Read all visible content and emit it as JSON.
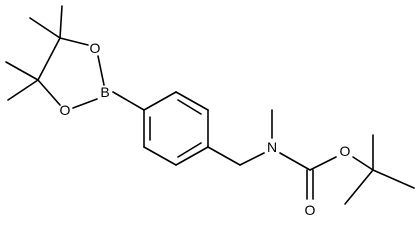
{
  "structure": {
    "atoms": {
      "boron": "B",
      "oxygen_ring_top": "O",
      "oxygen_ring_bottom": "O",
      "nitrogen": "N",
      "oxygen_ester": "O",
      "oxygen_carbonyl": "O"
    },
    "colors": {
      "bond": "#000000",
      "background": "#ffffff"
    }
  }
}
